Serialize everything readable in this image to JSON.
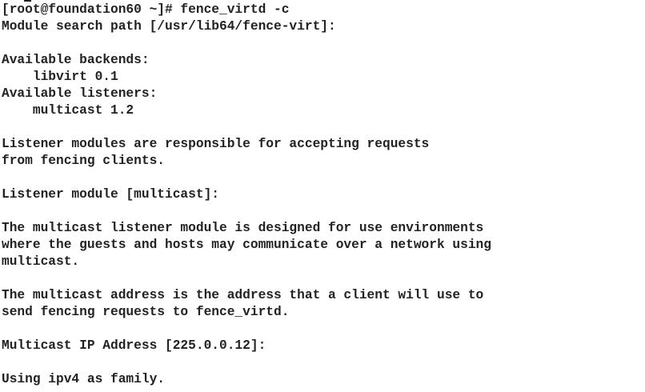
{
  "terminal": {
    "lines": [
      "[root@foundation60 ~]# fence_virtd -c",
      "Module search path [/usr/lib64/fence-virt]:",
      "",
      "Available backends:",
      "    libvirt 0.1",
      "Available listeners:",
      "    multicast 1.2",
      "",
      "Listener modules are responsible for accepting requests",
      "from fencing clients.",
      "",
      "Listener module [multicast]:",
      "",
      "The multicast listener module is designed for use environments",
      "where the guests and hosts may communicate over a network using",
      "multicast.",
      "",
      "The multicast address is the address that a client will use to",
      "send fencing requests to fence_virtd.",
      "",
      "Multicast IP Address [225.0.0.12]:",
      "",
      "Using ipv4 as family."
    ]
  }
}
